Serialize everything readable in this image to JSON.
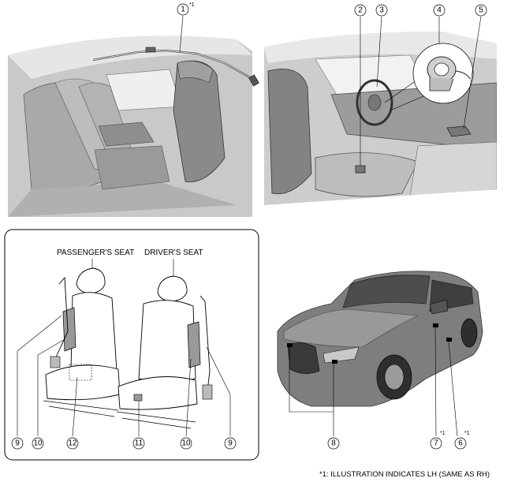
{
  "callouts": [
    {
      "id": 1,
      "label": "①",
      "note": "*1"
    },
    {
      "id": 2,
      "label": "②"
    },
    {
      "id": 3,
      "label": "③"
    },
    {
      "id": 4,
      "label": "④"
    },
    {
      "id": 5,
      "label": "⑤"
    },
    {
      "id": 6,
      "label": "⑥",
      "note": "*1"
    },
    {
      "id": 7,
      "label": "⑦",
      "note": "*1"
    },
    {
      "id": 8,
      "label": "⑧"
    },
    {
      "id": 9,
      "label": "⑨"
    },
    {
      "id": 10,
      "label": "⑩"
    },
    {
      "id": 11,
      "label": "⑪"
    },
    {
      "id": 12,
      "label": "⑫"
    }
  ],
  "seat_panel": {
    "passenger_seat_label": "PASSENGER'S SEAT",
    "driver_seat_label": "DRIVER'S SEAT"
  },
  "footnote": "*1: ILLUSTRATION INDICATES LH (SAME AS RH)",
  "colors": {
    "line": "#000000",
    "body_gray": "#7a7a7a",
    "light_gray": "#d9d9d9",
    "mid_gray": "#b5b5b5",
    "dark_gray": "#555555"
  }
}
